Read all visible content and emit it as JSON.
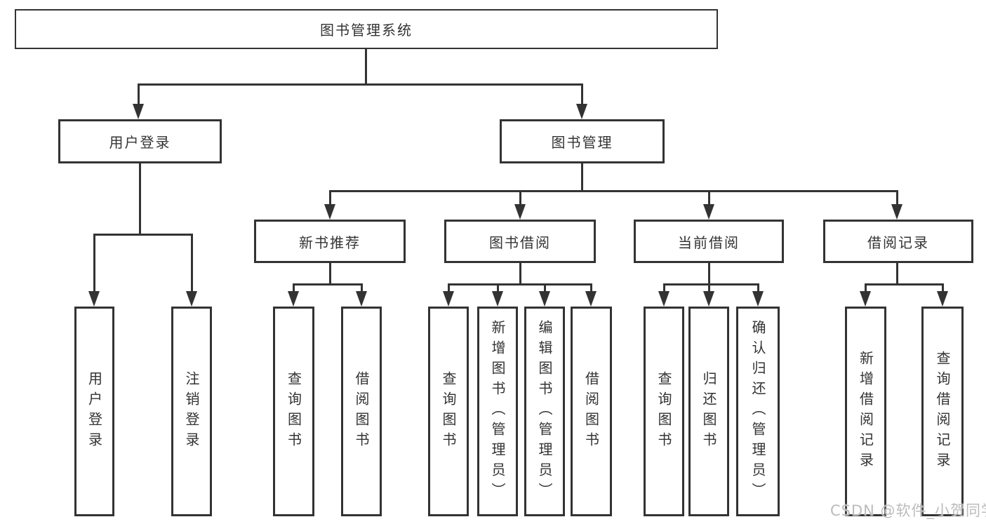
{
  "diagram": {
    "root": "图书管理系统",
    "level2": [
      "用户登录",
      "图书管理"
    ],
    "level3": [
      "新书推荐",
      "图书借阅",
      "当前借阅",
      "借阅记录"
    ],
    "leaves": {
      "user_login": [
        "用户登录",
        "注销登录"
      ],
      "new_book_recommend": [
        "查询图书",
        "借阅图书"
      ],
      "book_borrow": [
        "查询图书",
        "新增图书（管理员）",
        "编辑图书（管理员）",
        "借阅图书"
      ],
      "current_borrow": [
        "查询图书",
        "归还图书",
        "确认归还（管理员）"
      ],
      "borrow_records": [
        "新增借阅记录",
        "查询借阅记录"
      ]
    },
    "watermark": "CSDN @软件_小贺同学",
    "colors": {
      "line": "#333333",
      "text": "#333333",
      "watermark": "#bcbcbc",
      "background": "#ffffff"
    }
  }
}
